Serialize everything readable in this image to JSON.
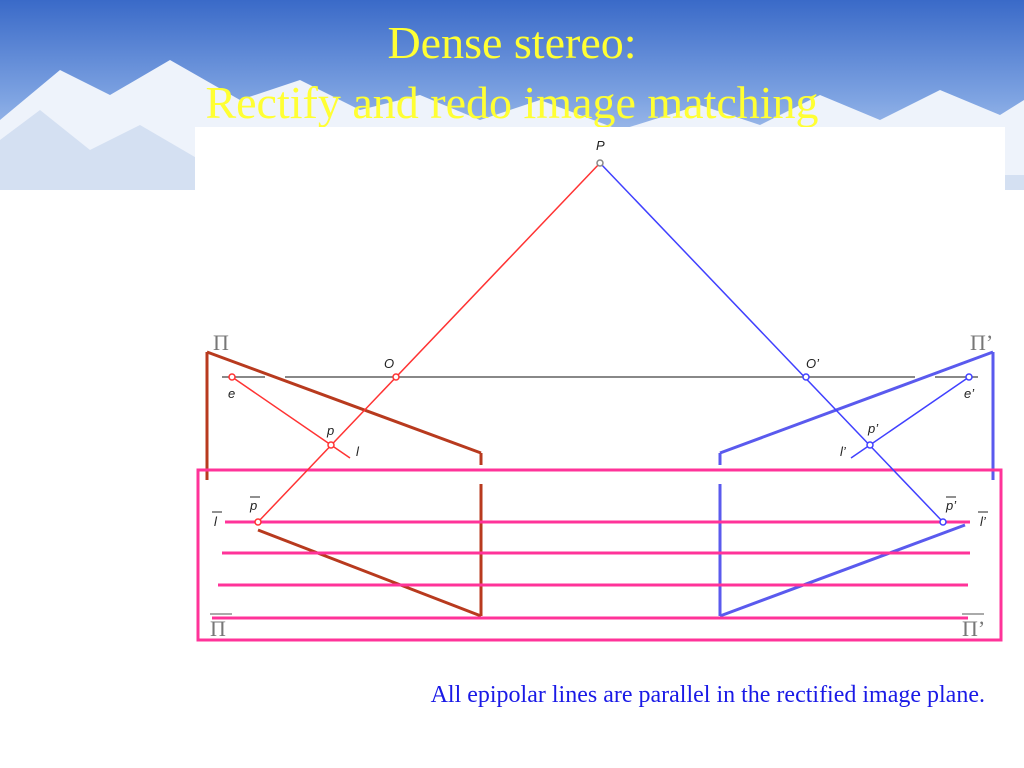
{
  "title": {
    "line1": "Dense stereo:",
    "line2": "Rectify and redo image matching"
  },
  "caption": "All epipolar lines are parallel in the rectified image plane.",
  "labels": {
    "P": "P",
    "O": "O",
    "O_prime": "O’",
    "e": "e",
    "e_prime": "e’",
    "p": "p",
    "p_prime": "p’",
    "l": "l",
    "l_prime": "l’",
    "p_bar": "p",
    "p_bar_prime": "p’",
    "l_bar": "l",
    "l_bar_prime": "l’",
    "pi": "Π",
    "pi_prime": "Π’",
    "pi_bar": "Π",
    "pi_bar_prime": "Π’"
  },
  "colors": {
    "title": "#ffff33",
    "caption": "#1a1ae6",
    "left_camera": "#ff3333",
    "right_camera": "#4040ff",
    "left_plane": "#b83a1e",
    "right_plane": "#5a5aee",
    "rectified": "#ff3399",
    "baseline": "#888888"
  }
}
